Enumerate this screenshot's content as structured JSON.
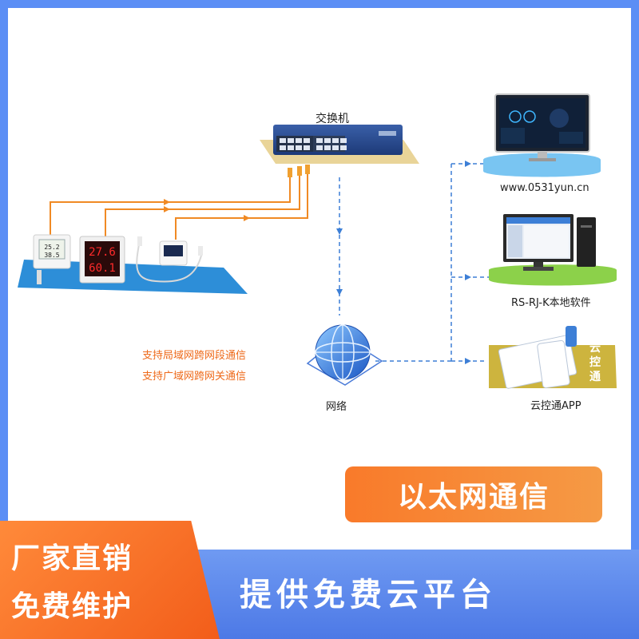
{
  "labels": {
    "switch": "交换机",
    "website": "www.0531yun.cn",
    "local_software": "RS-RJ-K本地软件",
    "app": "云控通APP",
    "network": "网络",
    "app_tile_text": [
      "云",
      "控",
      "通"
    ]
  },
  "device_readings": {
    "sensor1_line1": "25.2",
    "sensor1_line2": "38.5",
    "sensor2_line1": "27.6",
    "sensor2_line2": "60.1"
  },
  "notes": {
    "lan": "支持局域网跨网段通信",
    "wan": "支持广域网跨网关通信"
  },
  "banners": {
    "ethernet": "以太网通信",
    "left_line1": "厂家直销",
    "left_line2": "免费维护",
    "right": "提供免费云平台"
  },
  "colors": {
    "orange": "#f08a24",
    "blue_dash": "#3d7fd6",
    "brand_blue": "#4d79e6"
  }
}
